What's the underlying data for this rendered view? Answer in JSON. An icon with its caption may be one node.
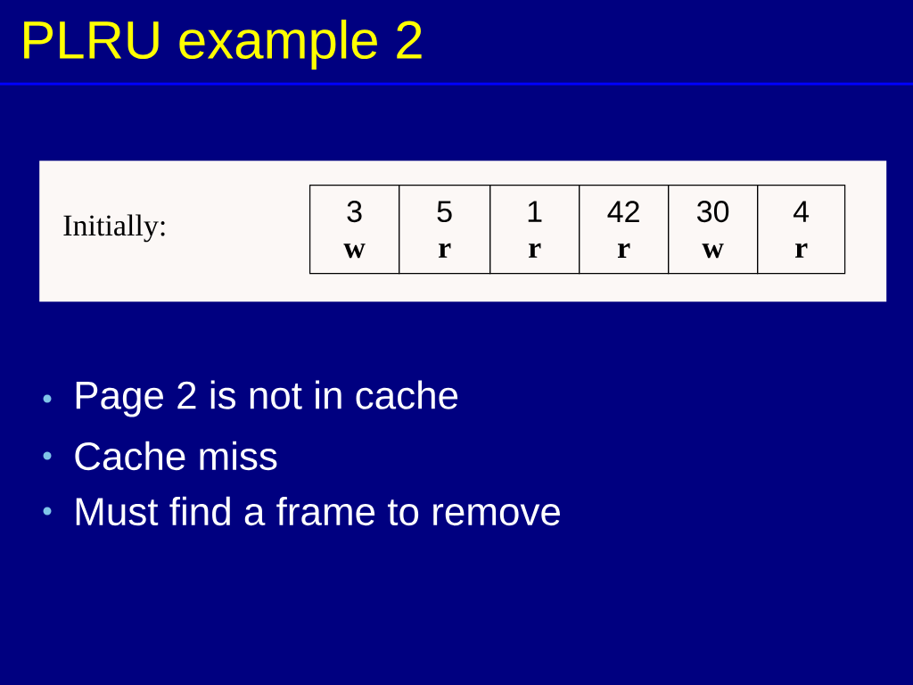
{
  "diagram": {
    "title": "PLRU example 2",
    "nodes": [
      {
        "text": [
          "Initially:"
        ]
      },
      {
        "text": [
          "3",
          "w"
        ],
        "in": 0
      },
      {
        "text": [
          "5",
          "r"
        ],
        "in": 0
      },
      {
        "text": [
          "1",
          "r"
        ],
        "in": 0
      },
      {
        "text": [
          "42",
          "r"
        ],
        "in": 0
      },
      {
        "text": [
          "30",
          "w"
        ],
        "in": 0
      },
      {
        "text": [
          "4",
          "r"
        ],
        "in": 0
      }
    ],
    "labels": [
      "Page 2 is not in cache",
      "Cache miss",
      "Must find a frame to remove"
    ]
  }
}
